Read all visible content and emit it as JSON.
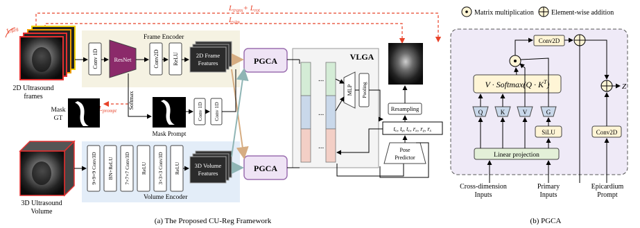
{
  "left": {
    "loss_reg": "L",
    "loss_reg_sub": "Reg",
    "loss_trans_rot": "L",
    "loss_trans_sub": "trans",
    "loss_plus": "+ L",
    "loss_rot_sub": "rot",
    "loss_sim": "L",
    "loss_sim_sub": "sim",
    "loss_prompt": "L",
    "loss_prompt_sub": "prompt",
    "frames_label_1": "2D Ultrasound",
    "frames_label_2": "frames",
    "volume_label_1": "3D Ultrasound",
    "volume_label_2": "Volume",
    "mask_gt_1": "Mask",
    "mask_gt_2": "GT",
    "frame_encoder": "Frame Encoder",
    "volume_encoder": "Volume Encoder",
    "conv1d": "Conv 1D",
    "resnet": "ResNet",
    "conv2d": "Conv2D",
    "relu": "ReLU",
    "frame_features_1": "2D Frame",
    "frame_features_2": "Features",
    "softmax": "Softmax",
    "mask_prompt": "Mask Prompt",
    "conv1d_a": "Conv 1D",
    "conv1d_b": "Conv 1D",
    "v_conv1": "9×9×9 Conv3D",
    "v_bn": "BN+ReLU",
    "v_conv2": "7×7×7 Conv3D",
    "v_relu1": "ReLU",
    "v_conv3": "3×3×3 Conv3D",
    "v_relu2": "ReLU",
    "volume_features_1": "3D Volume",
    "volume_features_2": "Features",
    "pgca_top": "PGCA",
    "pgca_bottom": "PGCA",
    "vlga": "VLGA",
    "mlp": "MLP",
    "pooling": "Pooling",
    "dots": "...",
    "resampling": "Resampling",
    "pose_params": "tₓ, tᵧ, tₓ, rₓ, rᵧ, rₓ",
    "pose_predictor_1": "Pose",
    "pose_predictor_2": "Predictor",
    "caption": "(a) The Proposed CU-Reg Framework"
  },
  "right": {
    "legend_mm": "Matrix multiplication",
    "legend_add": "Element-wise addition",
    "conv2d_top": "Conv2D",
    "formula": "V · Softmax(Q · K",
    "formula_sup": "T",
    "formula_end": ")",
    "q": "Q",
    "k": "K",
    "v": "V",
    "g": "G",
    "silu": "SiLU",
    "linear_projection": "Linear projection",
    "conv2d_right": "Conv2D",
    "output": "Z",
    "input_cross_1": "Cross-dimension",
    "input_cross_2": "Inputs",
    "input_primary_1": "Primary",
    "input_primary_2": "Inputs",
    "input_epi_1": "Epicardium",
    "input_epi_2": "Prompt",
    "caption": "(b) PGCA"
  },
  "colors": {
    "frame_encoder_bg": "#f5f2e2",
    "volume_encoder_bg": "#e3edf8",
    "pgca_bg": "#efe4f5",
    "pgca_border": "#9b6fb0",
    "loss_red": "#e8432a",
    "vlga_green": "#d4ecd6",
    "vlga_blue": "#c9d8ea",
    "vlga_pink": "#f3cfc6",
    "arrow_tan": "#d6ad82",
    "arrow_teal": "#8fb5b5",
    "pgca_panel_bg": "#efeaf7",
    "silu_bg": "#fff5d6",
    "linear_bg": "#e3f0d8"
  }
}
